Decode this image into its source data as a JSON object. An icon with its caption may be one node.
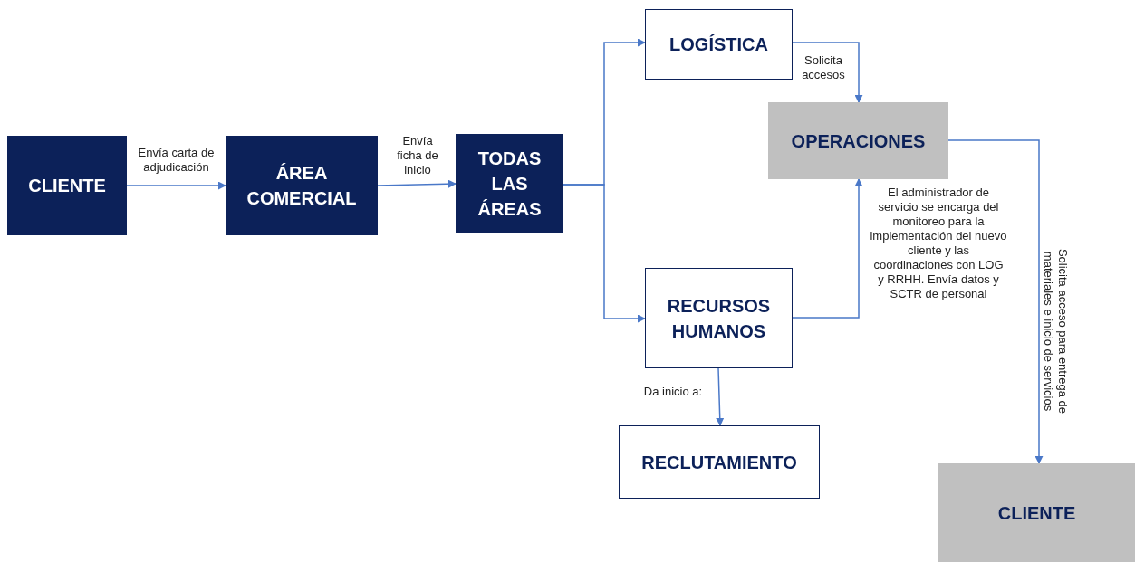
{
  "diagram": {
    "nodes": [
      {
        "text": [
          "CLIENTE"
        ]
      },
      {
        "text": [
          "ÁREA COMERCIAL"
        ]
      },
      {
        "text": [
          "TODAS LAS ÁREAS"
        ]
      },
      {
        "text": [
          "LOGÍSTICA"
        ]
      },
      {
        "text": [
          "OPERACIONES"
        ]
      },
      {
        "text": [
          "RECURSOS HUMANOS"
        ]
      },
      {
        "text": [
          "RECLUTAMIENTO"
        ]
      },
      {
        "text": [
          "CLIENTE"
        ]
      }
    ],
    "edges": [
      {
        "from": 0,
        "to": 1,
        "arrow": "to",
        "label": "Envía carta de adjudicación"
      },
      {
        "from": 1,
        "to": 2,
        "arrow": "to",
        "label": "Envía ficha de inicio"
      },
      {
        "from": 2,
        "to": 3,
        "arrow": "to"
      },
      {
        "from": 2,
        "to": 5,
        "arrow": "to"
      },
      {
        "from": 3,
        "to": 4,
        "arrow": "to",
        "label": "Solicita accesos"
      },
      {
        "from": 5,
        "to": 4,
        "arrow": "to",
        "label": "El administrador de servicio se encarga del monitoreo para la implementación del nuevo cliente y las coordinaciones con LOG y RRHH. Envía datos y SCTR de personal"
      },
      {
        "from": 4,
        "to": 7,
        "arrow": "to",
        "label": "Solicita acceso para entrega de materiales e inicio de servicios"
      },
      {
        "from": 5,
        "to": 6,
        "arrow": "to",
        "label": "Da inicio a:"
      }
    ]
  }
}
